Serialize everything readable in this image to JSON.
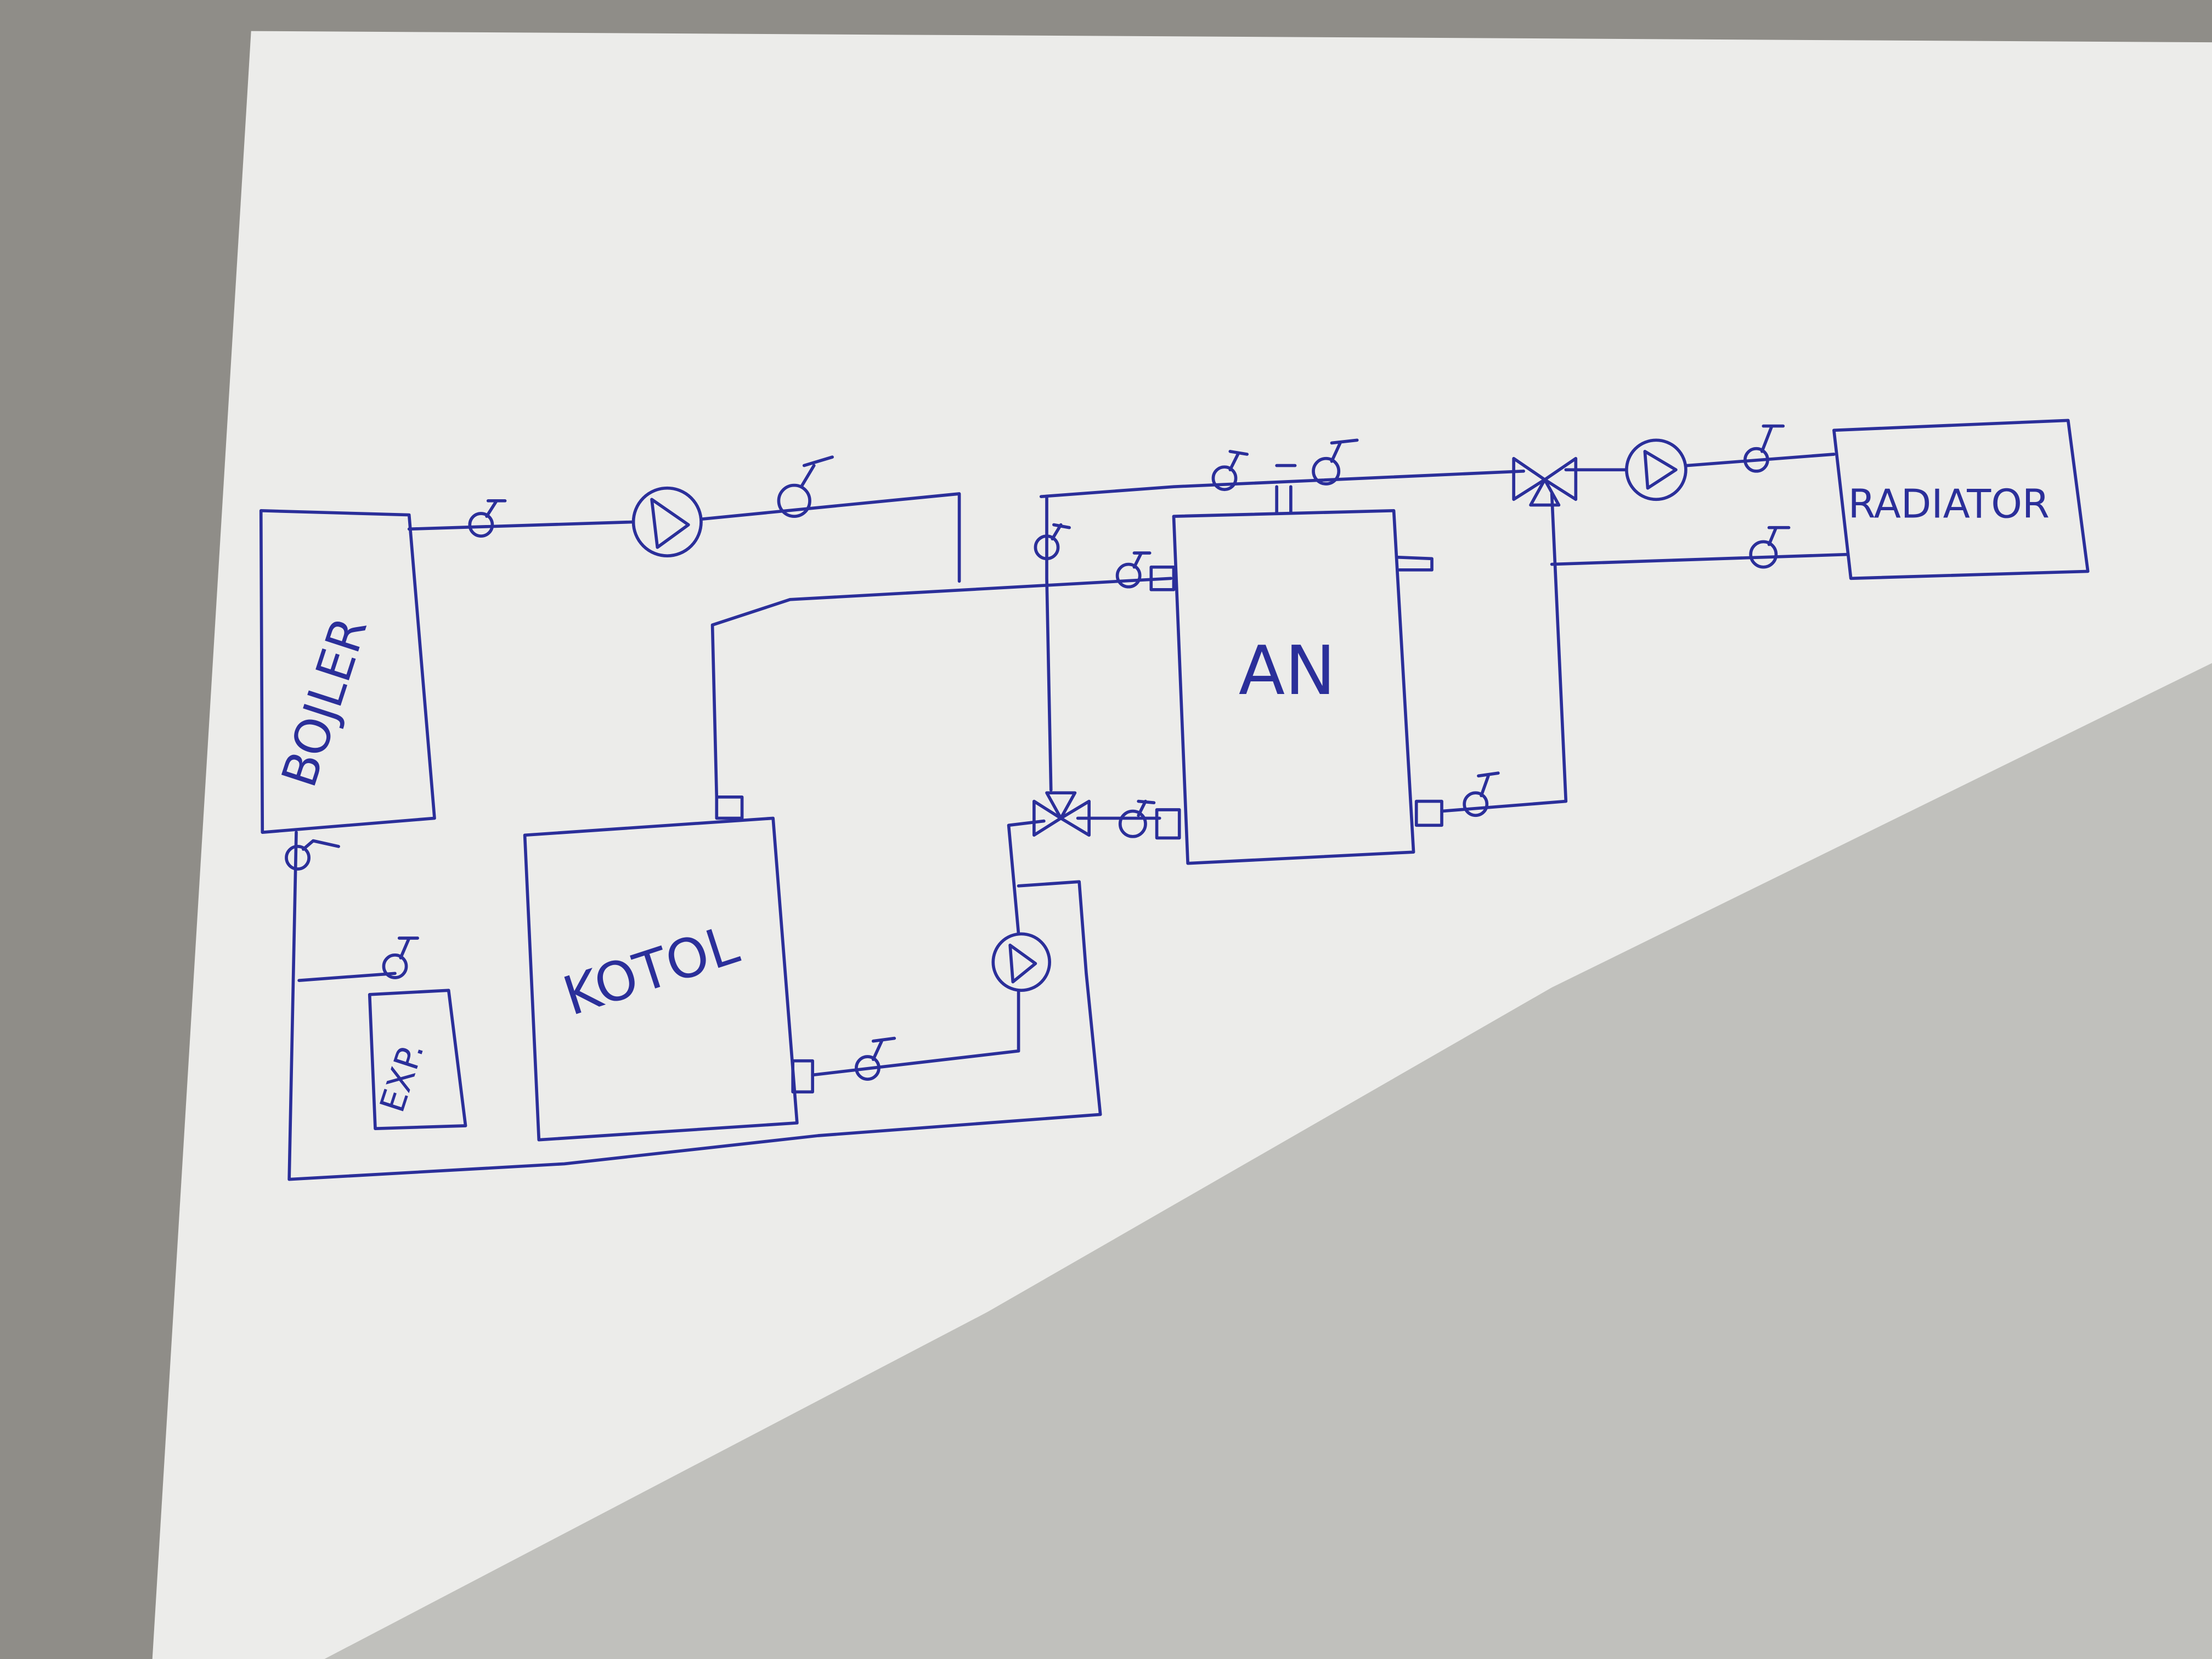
{
  "title": "Hand-drawn heating system schematic",
  "components": {
    "boiler": "BOJLER",
    "kotol": "KOTOL",
    "expansion": "EXP.",
    "accumulator": "AN",
    "radiator": "RADIATOR"
  },
  "colors": {
    "ink": "#2b2f9a",
    "paper": "#eeeeec",
    "table": "#8d8b86"
  }
}
